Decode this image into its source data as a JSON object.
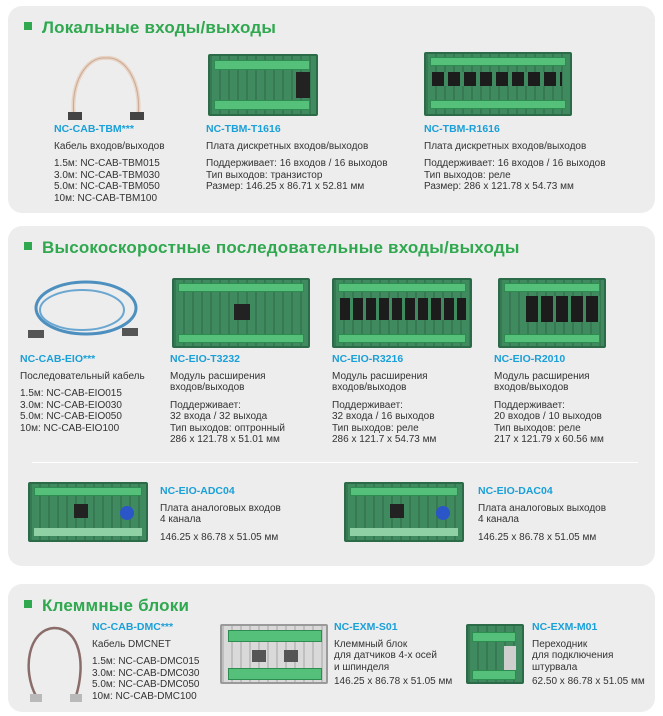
{
  "sections": [
    {
      "title": "Локальные входы/выходы",
      "items": [
        {
          "name": "NC-CAB-TBM***",
          "lines": [
            "Кабель входов/выходов",
            "",
            "1.5м: NC-CAB-TBM015",
            "3.0м: NC-CAB-TBM030",
            "5.0м: NC-CAB-TBM050",
            "10м: NC-CAB-TBM100"
          ]
        },
        {
          "name": "NC-TBM-T1616",
          "lines": [
            "Плата дискретных входов/выходов",
            "",
            "Поддерживает: 16 входов / 16 выходов",
            "Тип выходов: транзистор",
            "Размер: 146.25 x 86.71 x 52.81 мм"
          ]
        },
        {
          "name": "NC-TBM-R1616",
          "lines": [
            "Плата дискретных входов/выходов",
            "",
            "Поддерживает: 16 входов / 16 выходов",
            "Тип выходов: реле",
            "Размер: 286 x 121.78 x 54.73 мм"
          ]
        }
      ]
    },
    {
      "title": "Высокоскоростные последовательные входы/выходы",
      "items": [
        {
          "name": "NC-CAB-EIO***",
          "lines": [
            "Последовательный кабель",
            "",
            "1.5м: NC-CAB-EIO015",
            "3.0м: NC-CAB-EIO030",
            "5.0м: NC-CAB-EIO050",
            "10м: NC-CAB-EIO100"
          ]
        },
        {
          "name": "NC-EIO-T3232",
          "lines": [
            "Модуль расширения",
            "входов/выходов",
            "",
            "Поддерживает:",
            "32 входа / 32 выхода",
            "Тип выходов: оптронный",
            "286 x 121.78 x 51.01 мм"
          ]
        },
        {
          "name": "NC-EIO-R3216",
          "lines": [
            "Модуль расширения",
            "входов/выходов",
            "",
            "Поддерживает:",
            "32 входа / 16 выходов",
            "Тип выходов: реле",
            "286 x 121.7 x 54.73 мм"
          ]
        },
        {
          "name": "NC-EIO-R2010",
          "lines": [
            "Модуль расширения",
            "входов/выходов",
            "",
            "Поддерживает:",
            "20 входов / 10 выходов",
            "Тип выходов: реле",
            "217 x 121.79 x 60.56 мм"
          ]
        },
        {
          "name": "NC-EIO-ADC04",
          "lines": [
            "Плата аналоговых входов",
            "4 канала",
            "",
            "146.25 x 86.78 x 51.05 мм"
          ]
        },
        {
          "name": "NC-EIO-DAC04",
          "lines": [
            "Плата аналоговых выходов",
            "4 канала",
            "",
            "146.25 x 86.78 x 51.05 мм"
          ]
        }
      ]
    },
    {
      "title": "Клеммные блоки",
      "items": [
        {
          "name": "NC-CAB-DMC***",
          "lines": [
            "Кабель DMCNET",
            "",
            "1.5м: NC-CAB-DMC015",
            "3.0м: NC-CAB-DMC030",
            "5.0м: NC-CAB-DMC050",
            "10м: NC-CAB-DMC100"
          ]
        },
        {
          "name": "NC-EXM-S01",
          "lines": [
            "Клеммный блок",
            "для датчиков 4-х осей",
            "и шпинделя",
            "146.25 x 86.78 x 51.05 мм"
          ]
        },
        {
          "name": "NC-EXM-M01",
          "lines": [
            "Переходник",
            "для подключения",
            "штурвала",
            "62.50 x 86.78 x 51.05 мм"
          ]
        }
      ]
    }
  ]
}
